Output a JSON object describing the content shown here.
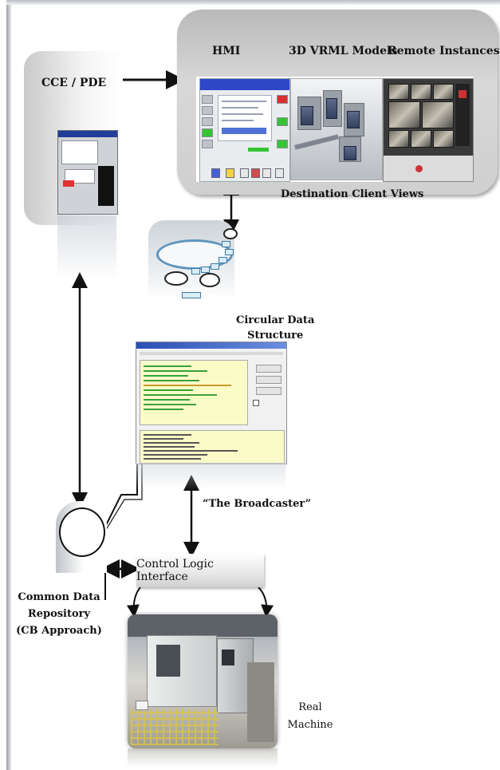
{
  "views_panel": {
    "hmi_label": "HMI",
    "vrml_label": "3D VRML  Models",
    "remote_label": "Remote Instances",
    "caption": "Destination Client Views"
  },
  "cce_label": "CCE / PDE",
  "circular_label": [
    "Circular Data",
    "Structure"
  ],
  "broadcaster_label": "“The Broadcaster”",
  "control_logic_label": "Control Logic Interface",
  "repository_label": [
    "Common Data",
    "Repository",
    "(CB Approach)"
  ],
  "machine_label": [
    "Real",
    "Machine"
  ],
  "colors": {
    "hmi_titlebar": "#2e46c8",
    "broadcaster_log": "#fbfbc8",
    "ring": "#5f95bd"
  }
}
